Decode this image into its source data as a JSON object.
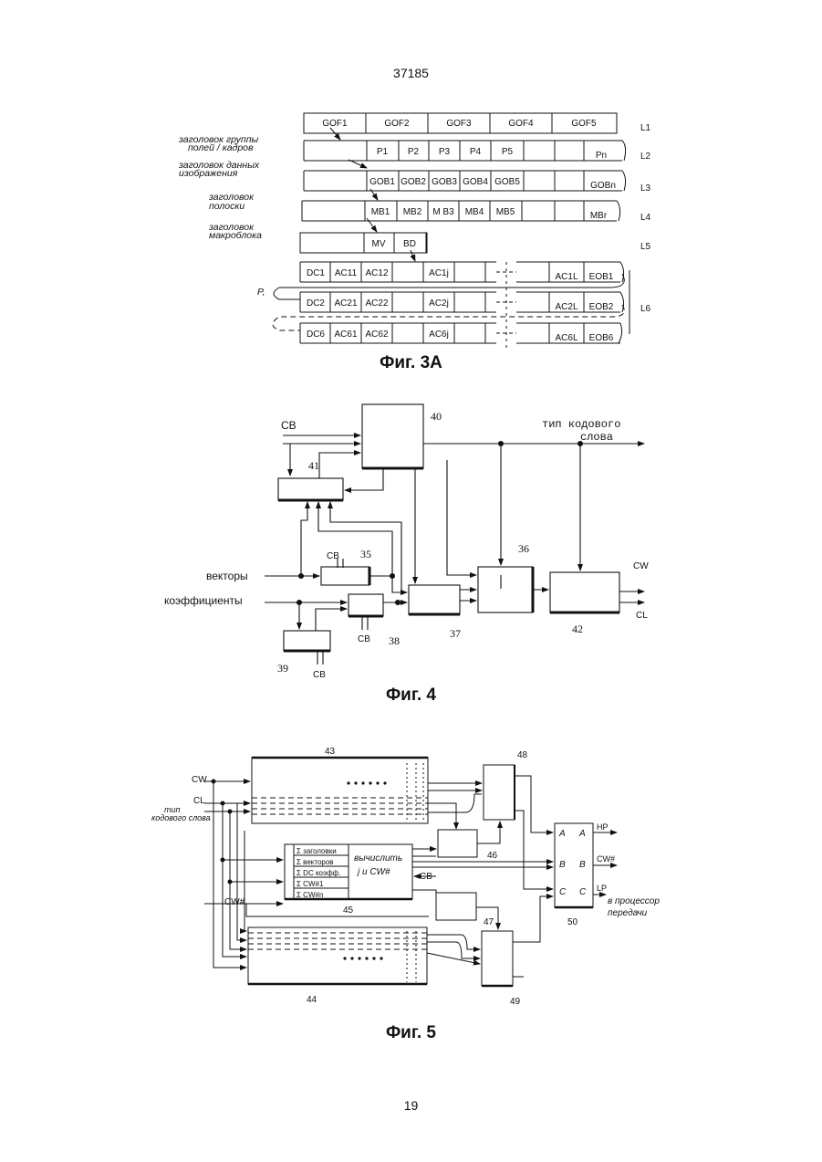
{
  "page": {
    "top_number": "37185",
    "bottom_number": "19"
  },
  "fig3a": {
    "caption": "Фиг. 3A",
    "header_labels": [
      "заголовок группы",
      "полей / кадров",
      "заголовок данных",
      "изображения",
      "заголовок",
      "полоски",
      "заголовок",
      "макроблока"
    ],
    "row_labels": [
      "L1",
      "L2",
      "L3",
      "L4",
      "L5",
      "L6"
    ],
    "rows": {
      "l1": [
        "GOF1",
        "GOF2",
        "GOF3",
        "GOF4",
        "GOF5"
      ],
      "l2": [
        "P1",
        "P2",
        "P3",
        "P4",
        "P5",
        "Pn"
      ],
      "l3": [
        "GOB1",
        "GOB2",
        "GOB3",
        "GOB4",
        "GOB5",
        "GOBn"
      ],
      "l4": [
        "MB1",
        "MB2",
        "M B3",
        "MB4",
        "MB5",
        "MBr"
      ],
      "l5": [
        "MV",
        "BD"
      ],
      "l6a": [
        "DC1",
        "AC11",
        "AC12",
        "AC1j",
        "AC1L",
        "EOB1"
      ],
      "l6b": [
        "DC2",
        "AC21",
        "AC22",
        "AC2j",
        "AC2L",
        "EOB2"
      ],
      "l6c": [
        "DC6",
        "AC61",
        "AC62",
        "AC6j",
        "AC6L",
        "EOB6"
      ]
    },
    "marker": "P,"
  },
  "fig4": {
    "caption": "Фиг. 4",
    "labels": {
      "cb_top": "CB",
      "cb_35": "CB",
      "cb_38": "CB",
      "cb_39": "CB",
      "vectors": "векторы",
      "coefficients": "коэффициенты",
      "codeword_type_1": "тип кодового",
      "codeword_type_2": "слова",
      "out_cw": "CW",
      "out_cl": "CL"
    },
    "block_numbers": [
      "40",
      "41",
      "35",
      "36",
      "37",
      "38",
      "39",
      "42"
    ]
  },
  "fig5": {
    "caption": "Фиг. 5",
    "inputs": {
      "cw": "CW",
      "cl": "CL",
      "type_1": "тип",
      "type_2": "кодового слова",
      "cwn": "CW#"
    },
    "block_numbers": [
      "43",
      "44",
      "45",
      "46",
      "47",
      "48",
      "49",
      "50"
    ],
    "table_rows": [
      "Σ заголовки",
      "Σ векторов",
      "Σ DC коэфф.",
      "Σ CW#1",
      "Σ CW#n"
    ],
    "compute_1": "вычислить",
    "compute_2": "j и CW#",
    "cb": "CB",
    "sel_ports": [
      "A",
      "B",
      "C"
    ],
    "outputs": {
      "hp": "HP",
      "cwn": "CW#",
      "lp": "LP"
    },
    "to_proc_1": "в процессор",
    "to_proc_2": "передачи"
  }
}
